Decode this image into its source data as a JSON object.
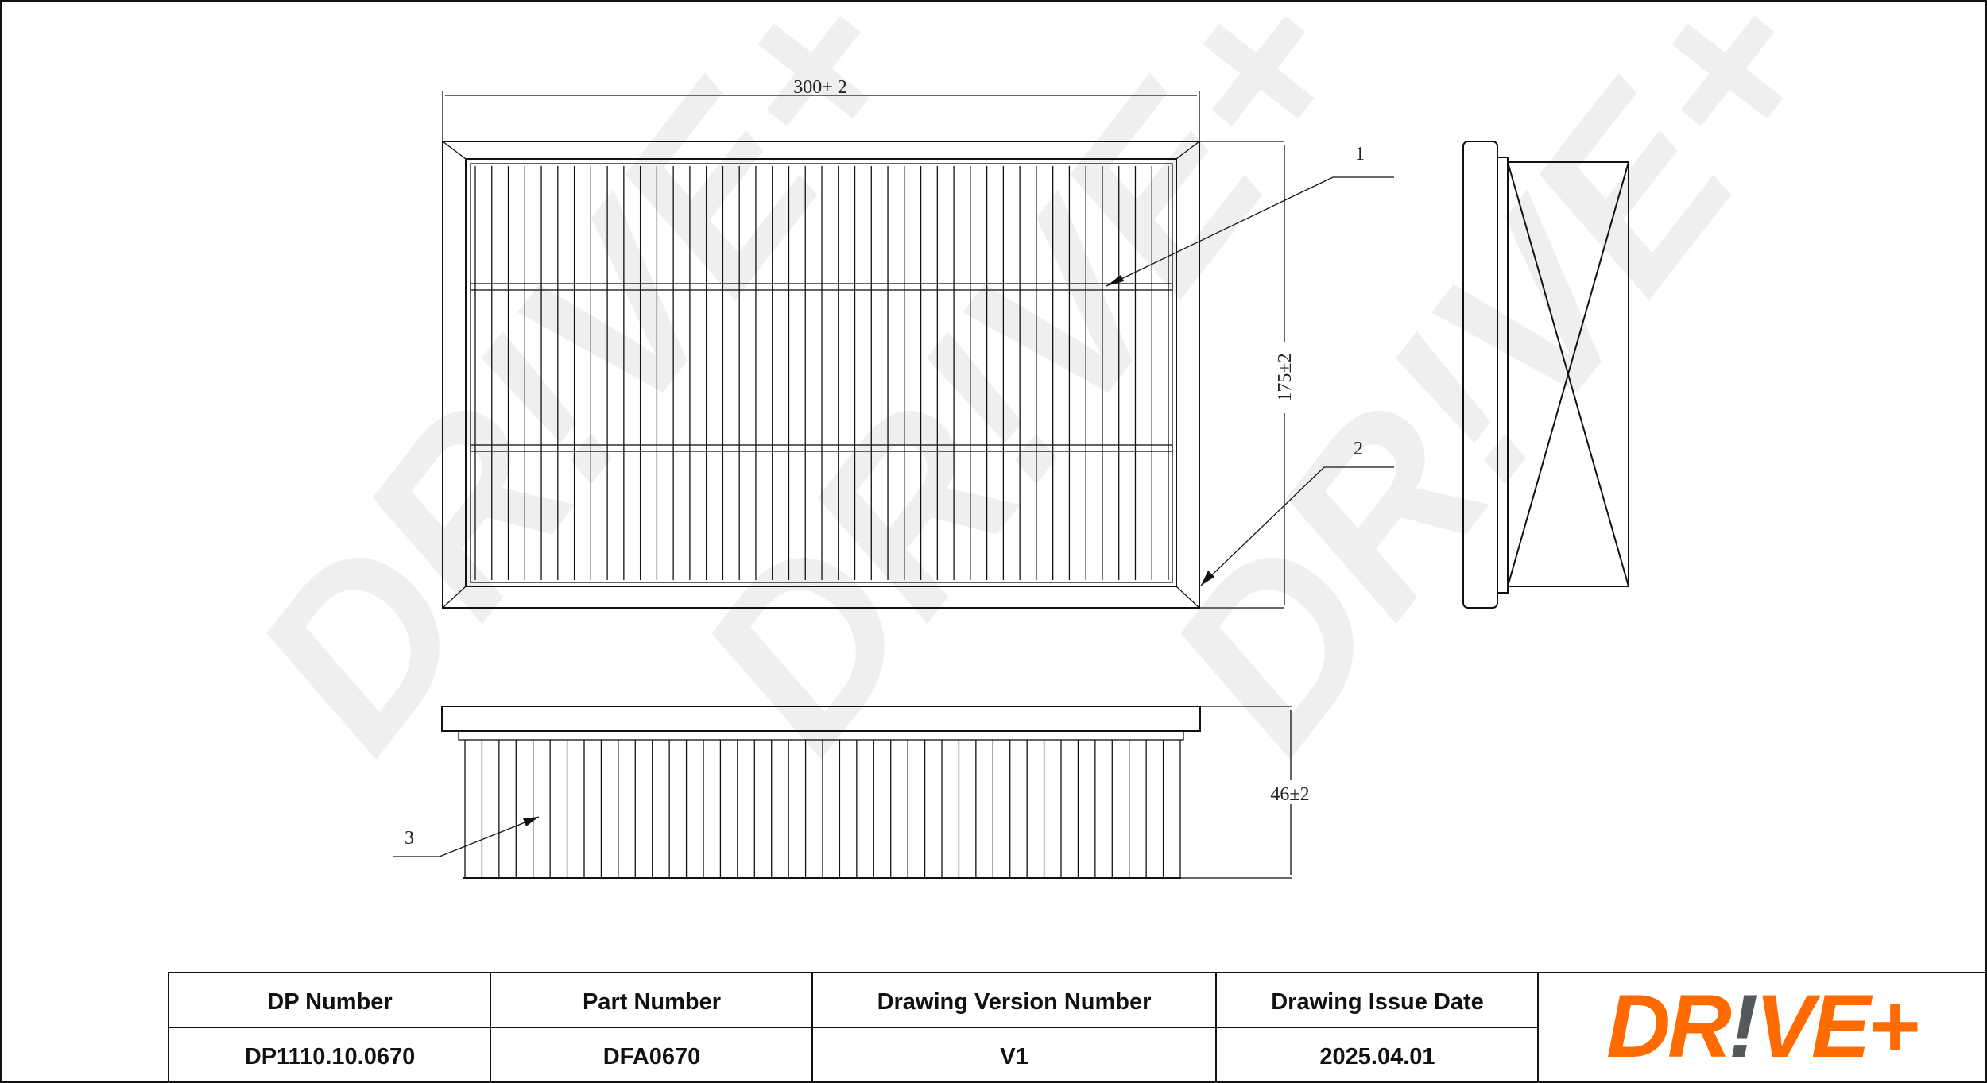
{
  "drawing": {
    "dimensions": {
      "length": "300+ 2",
      "width": "175±2",
      "height": "46±2"
    },
    "callouts": [
      "1",
      "2",
      "3"
    ],
    "watermark": "DR!VE+"
  },
  "title_block": {
    "headers": [
      "DP Number",
      "Part Number",
      "Drawing Version Number",
      "Drawing Issue Date"
    ],
    "values": [
      "DP1110.10.0670",
      "DFA0670",
      "V1",
      "2025.04.01"
    ]
  },
  "logo": {
    "text": "DR!VE+",
    "parts": [
      "DR",
      "!",
      "VE+"
    ],
    "colors": {
      "orange": "#FF6B00",
      "gray": "#55585C"
    }
  }
}
